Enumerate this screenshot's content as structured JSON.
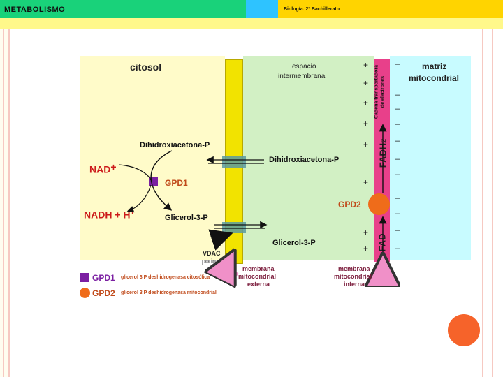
{
  "header": {
    "left_title": "METABOLISMO",
    "right_title": "Biología. 2º Bachillerato"
  },
  "diagram": {
    "regions": {
      "cytosol": "citosol",
      "intermembrane_line1": "espacio",
      "intermembrane_line2": "intermembrana",
      "matrix_line1": "matriz",
      "matrix_line2": "mitocondrial"
    },
    "molecules": {
      "dhap_left": "Dihidroxiacetona-P",
      "dhap_right": "Dihidroxiacetona-P",
      "g3p_left": "Glicerol-3-P",
      "g3p_right": "Glicerol-3-P",
      "nad": "NAD",
      "nad_sup": "+",
      "nadh": "NADH + H",
      "nadh_sup": "+",
      "fadh2": "FADH",
      "fadh2_sub": "2",
      "fad": "FAD"
    },
    "enzymes": {
      "gpd1": "GPD1",
      "gpd2": "GPD2"
    },
    "electron_chain": {
      "line1": "Cadena transportadora",
      "line2": "de electrones"
    },
    "vdac": {
      "line1": "VDAC",
      "line2": "porina"
    },
    "outer_membrane": {
      "line1": "membrana",
      "line2": "mitocondrial",
      "line3": "externa"
    },
    "inner_membrane": {
      "line1": "membrana",
      "line2": "mitocondrial",
      "line3": "interna"
    },
    "legend": [
      {
        "abbr": "GPD1",
        "desc": "glicerol 3 P deshidrogenasa citosólica",
        "color": "#7b1fa2"
      },
      {
        "abbr": "GPD2",
        "desc": "glicerol 3 P deshidrogenasa mitocondrial",
        "color": "#ef6c1a"
      }
    ],
    "charges": {
      "plus": "+",
      "minus": "–"
    }
  },
  "colors": {
    "header_green": "#19d27a",
    "header_blue": "#2ec3ff",
    "header_yellow": "#ffd400",
    "subbar_yellow": "#fff88a",
    "cytosol": "#fffbc9",
    "intermembrane": "#d2f0c4",
    "matrix": "#c8fbff",
    "outer_membrane": "#f2e300",
    "inner_membrane": "#e8408a",
    "gpd1": "#7b1fa2",
    "gpd2": "#ef6c1a",
    "nad_red": "#cc1a1a",
    "enzyme_text": "#c04a1a",
    "arrow_pink": "#f090c8",
    "frame_pink": "#f6c9c2"
  }
}
